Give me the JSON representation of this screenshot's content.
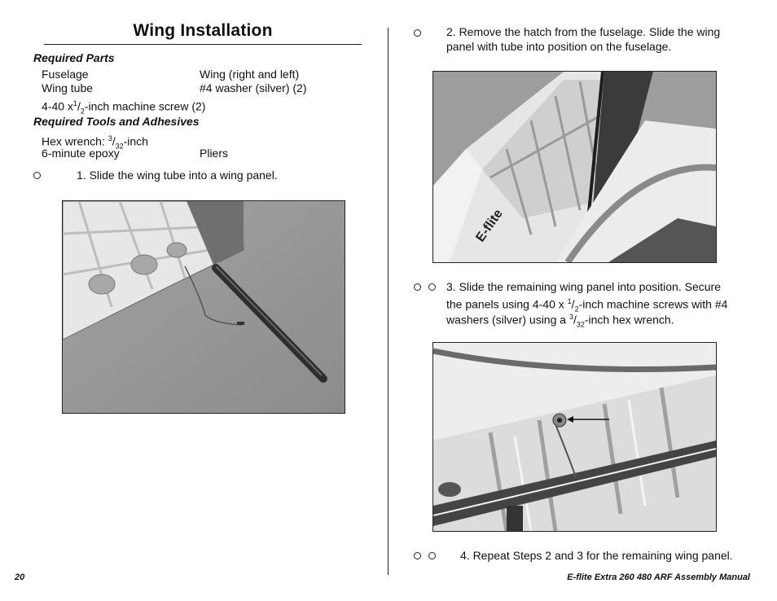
{
  "left": {
    "title": "Wing Installation",
    "required_parts_heading": "Required Parts",
    "parts": [
      [
        "Fuselage",
        "Wing (right and left)"
      ],
      [
        "Wing tube",
        "#4 washer (silver) (2)"
      ]
    ],
    "screw_prefix": "4-40 x",
    "screw_num": "1",
    "screw_den": "2",
    "screw_suffix": "-inch machine screw (2)",
    "tools_heading": "Required Tools and Adhesives",
    "hex_prefix": "Hex wrench: ",
    "hex_num": "3",
    "hex_den": "32",
    "hex_suffix": "-inch",
    "epoxy": "6-minute epoxy",
    "pliers": "Pliers",
    "step1": "1. Slide the wing tube into a wing panel."
  },
  "right": {
    "step2_line1": "2. Remove the hatch from the fuselage. Slide the wing",
    "step2_line2": "panel with tube into position on the fuselage.",
    "step3_line1": "3. Slide the remaining wing panel into position. Secure",
    "step3_line2_prefix": "the panels using 4-40 x ",
    "step3_line2_num": "1",
    "step3_line2_den": "2",
    "step3_line2_suffix": "-inch machine screws with #4",
    "step3_line3_prefix": "washers (silver) using a ",
    "step3_line3_num": "3",
    "step3_line3_den": "32",
    "step3_line3_suffix": "-inch hex wrench.",
    "step4": "4. Repeat Steps 2 and 3 for the remaining wing panel.",
    "photo_logo": "E-flite"
  },
  "footer": {
    "page_number": "20",
    "manual_title": "E-flite Extra 260 480 ARF Assembly Manual"
  }
}
